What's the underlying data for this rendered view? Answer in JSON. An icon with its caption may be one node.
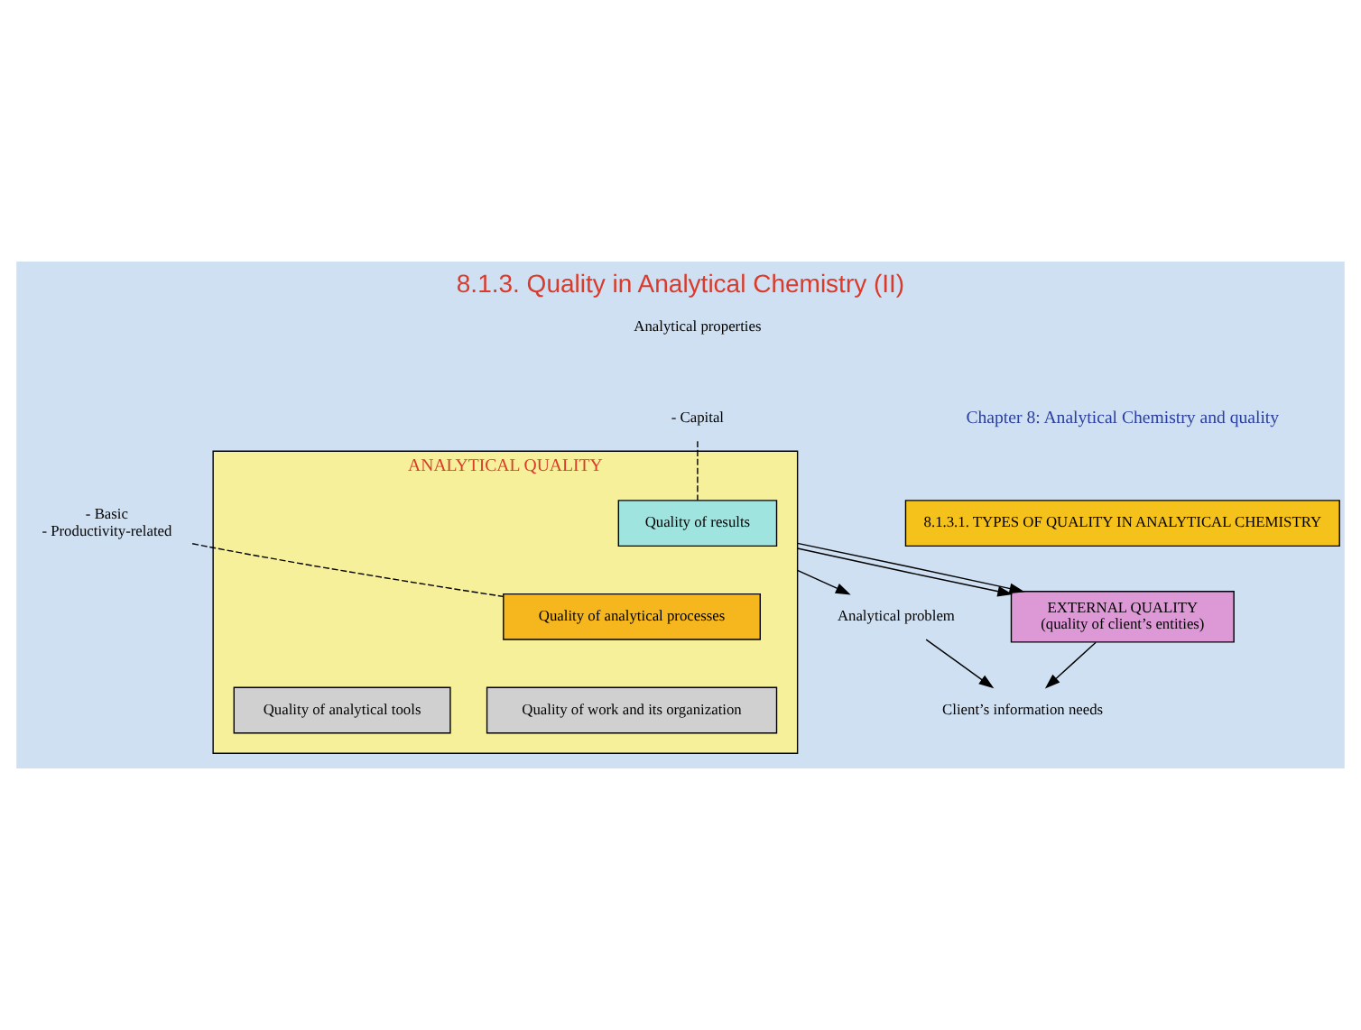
{
  "diagram": {
    "title": "8.1.3. Quality in Analytical Chemistry (II)",
    "nodes": [
      {
        "text": [
          "EXTERNAL QUALITY",
          "(quality of client’s entities)"
        ]
      },
      {
        "text": [
          "Client’s information needs"
        ]
      },
      {
        "text": [
          "ANALYTICAL QUALITY"
        ]
      },
      {
        "text": [
          "Quality of results"
        ],
        "in": 2
      },
      {
        "text": [
          "Quality of analytical processes"
        ],
        "in": 2
      },
      {
        "text": [
          "Quality of work and its organization"
        ],
        "in": 2
      },
      {
        "text": [
          "Quality of analytical tools"
        ],
        "in": 2
      },
      {
        "text": [
          "Analytical problem"
        ]
      },
      {
        "text": [
          "- Capital"
        ]
      },
      {
        "text": [
          "- Basic",
          "- Productivity-related"
        ]
      }
    ],
    "edges": [
      {
        "from": 2,
        "to": 0,
        "arrow": "to"
      },
      {
        "from": 2,
        "to": 0,
        "arrow": "to"
      },
      {
        "from": 0,
        "to": 1,
        "arrow": "to"
      },
      {
        "from": 2,
        "to": 7,
        "arrow": "to"
      },
      {
        "from": 7,
        "to": 1,
        "arrow": "to"
      },
      {
        "from": 8,
        "to": 3,
        "arrow": "none",
        "style": "dashed"
      },
      {
        "from": 9,
        "to": 4,
        "arrow": "none",
        "style": "dashed"
      }
    ],
    "labels": [
      "Chapter 8: Analytical Chemistry and quality",
      "8.1.3.1. TYPES OF QUALITY IN ANALYTICAL CHEMISTRY",
      "Analytical properties"
    ]
  }
}
